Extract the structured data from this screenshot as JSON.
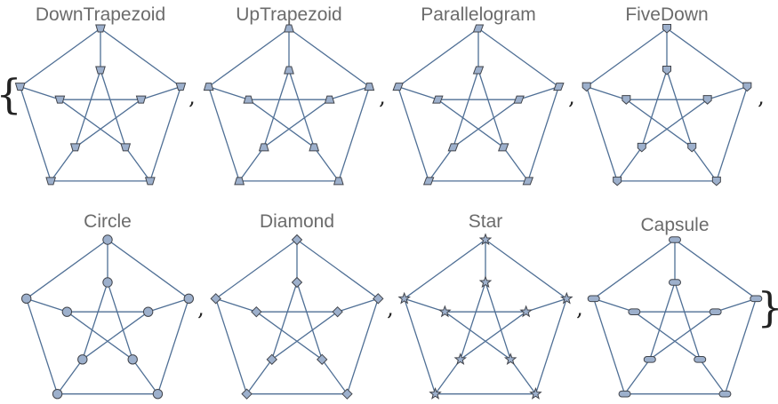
{
  "open_brace": "{",
  "close_brace": "}",
  "separator": ",",
  "panels": [
    {
      "title": "DownTrapezoid",
      "shape": "down-trapezoid"
    },
    {
      "title": "UpTrapezoid",
      "shape": "up-trapezoid"
    },
    {
      "title": "Parallelogram",
      "shape": "parallelogram"
    },
    {
      "title": "FiveDown",
      "shape": "five-down"
    },
    {
      "title": "Circle",
      "shape": "circle"
    },
    {
      "title": "Diamond",
      "shape": "diamond"
    },
    {
      "title": "Star",
      "shape": "star"
    },
    {
      "title": "Capsule",
      "shape": "capsule"
    }
  ],
  "graph": {
    "name": "Petersen graph",
    "vertex_count": 10,
    "edges": [
      [
        0,
        1
      ],
      [
        1,
        2
      ],
      [
        2,
        3
      ],
      [
        3,
        4
      ],
      [
        4,
        0
      ],
      [
        0,
        5
      ],
      [
        1,
        6
      ],
      [
        2,
        7
      ],
      [
        3,
        8
      ],
      [
        4,
        9
      ],
      [
        5,
        7
      ],
      [
        7,
        9
      ],
      [
        9,
        6
      ],
      [
        6,
        8
      ],
      [
        8,
        5
      ]
    ]
  },
  "colors": {
    "edge": "#4f6f95",
    "vertex_fill": "#9db0cc",
    "vertex_stroke": "#41444b",
    "title": "#6b6b6b"
  }
}
